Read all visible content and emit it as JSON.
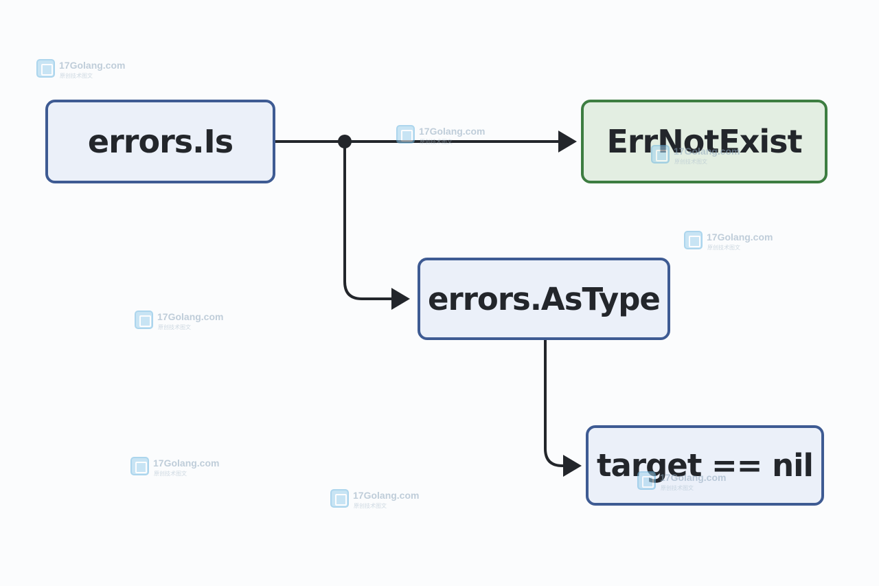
{
  "nodes": {
    "errors_is": "errors.Is",
    "err_not_exist": "ErrNotExist",
    "errors_as_type": "errors.AsType",
    "target_nil": "target == nil"
  },
  "watermark": {
    "text": "17Golang.com",
    "subtext": "原创技术图文"
  },
  "colors": {
    "background": "#fbfcfd",
    "blue_node_fill": "#ebf0f9",
    "blue_node_border": "#3e5b93",
    "green_node_fill": "#e3eee2",
    "green_node_border": "#3d7d41",
    "connector": "#23262b",
    "text": "#23262b"
  }
}
